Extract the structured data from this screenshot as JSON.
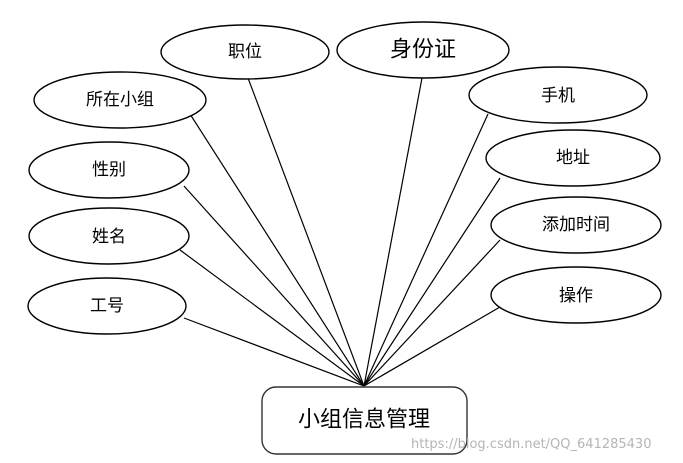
{
  "entity": {
    "label": "小组信息管理"
  },
  "attributes": {
    "gonghao": "工号",
    "xingming": "姓名",
    "xingbie": "性别",
    "suozaixiaozu": "所在小组",
    "zhiwei": "职位",
    "shenfenzheng": "身份证",
    "shouji": "手机",
    "dizhi": "地址",
    "tianjiashijian": "添加时间",
    "caozuo": "操作"
  },
  "watermark": "https://blog.csdn.net/QQ_641285430"
}
